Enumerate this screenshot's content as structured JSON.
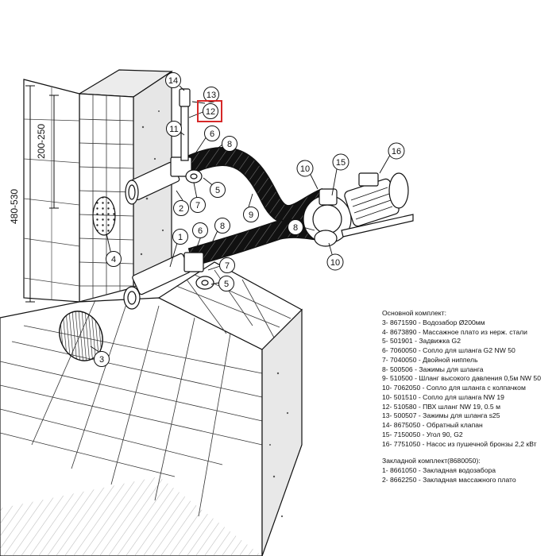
{
  "diagram": {
    "callouts": [
      {
        "id": "c14",
        "text": "14"
      },
      {
        "id": "c13",
        "text": "13"
      },
      {
        "id": "c12",
        "text": "12",
        "highlighted": true
      },
      {
        "id": "c11",
        "text": "11"
      },
      {
        "id": "c6a",
        "text": "6"
      },
      {
        "id": "c8a",
        "text": "8"
      },
      {
        "id": "c2",
        "text": "2"
      },
      {
        "id": "c7a",
        "text": "7"
      },
      {
        "id": "c5a",
        "text": "5"
      },
      {
        "id": "c9",
        "text": "9"
      },
      {
        "id": "c10a",
        "text": "10"
      },
      {
        "id": "c15",
        "text": "15"
      },
      {
        "id": "c16",
        "text": "16"
      },
      {
        "id": "c8b",
        "text": "8"
      },
      {
        "id": "c10b",
        "text": "10"
      },
      {
        "id": "c1",
        "text": "1"
      },
      {
        "id": "c6b",
        "text": "6"
      },
      {
        "id": "c8c",
        "text": "8"
      },
      {
        "id": "c7b",
        "text": "7"
      },
      {
        "id": "c5b",
        "text": "5"
      },
      {
        "id": "c4",
        "text": "4"
      },
      {
        "id": "c3",
        "text": "3"
      }
    ],
    "dimensions": {
      "outer": "480-530",
      "inner": "200-250"
    },
    "highlight_color": "#d62828"
  },
  "legend": {
    "main_title": "Основной комплект:",
    "main_items": [
      "3- 8671590 - Водозабор Ø200мм",
      "4- 8673890 - Массажное плато из нерж. стали",
      "5- 501901 - Задвижка G2",
      "6- 7060050 - Сопло для шланга G2 NW 50",
      "7- 7040050 - Двойной ниппель",
      "8- 500506 - Зажимы для шланга",
      "9- 510500 - Шланг высокого давления 0,5м NW 50",
      "10- 7062050 - Сопло для шланга с колпачком",
      "10- 501510 - Сопло для шланга NW 19",
      "12- 510580 - ПВХ шланг NW 19, 0.5 м",
      "13- 500507 - Зажимы для шланга s25",
      "14- 8675050 - Обратный клапан",
      "15- 7150050 - Угол 90, G2",
      "16- 7751050 - Насос из пушечной бронзы 2,2 кВт"
    ],
    "embed_title": "Закладной комплект(8680050):",
    "embed_items": [
      "1- 8661050 - Закладная водозабора",
      "2- 8662250 - Закладная массажного плато"
    ]
  }
}
